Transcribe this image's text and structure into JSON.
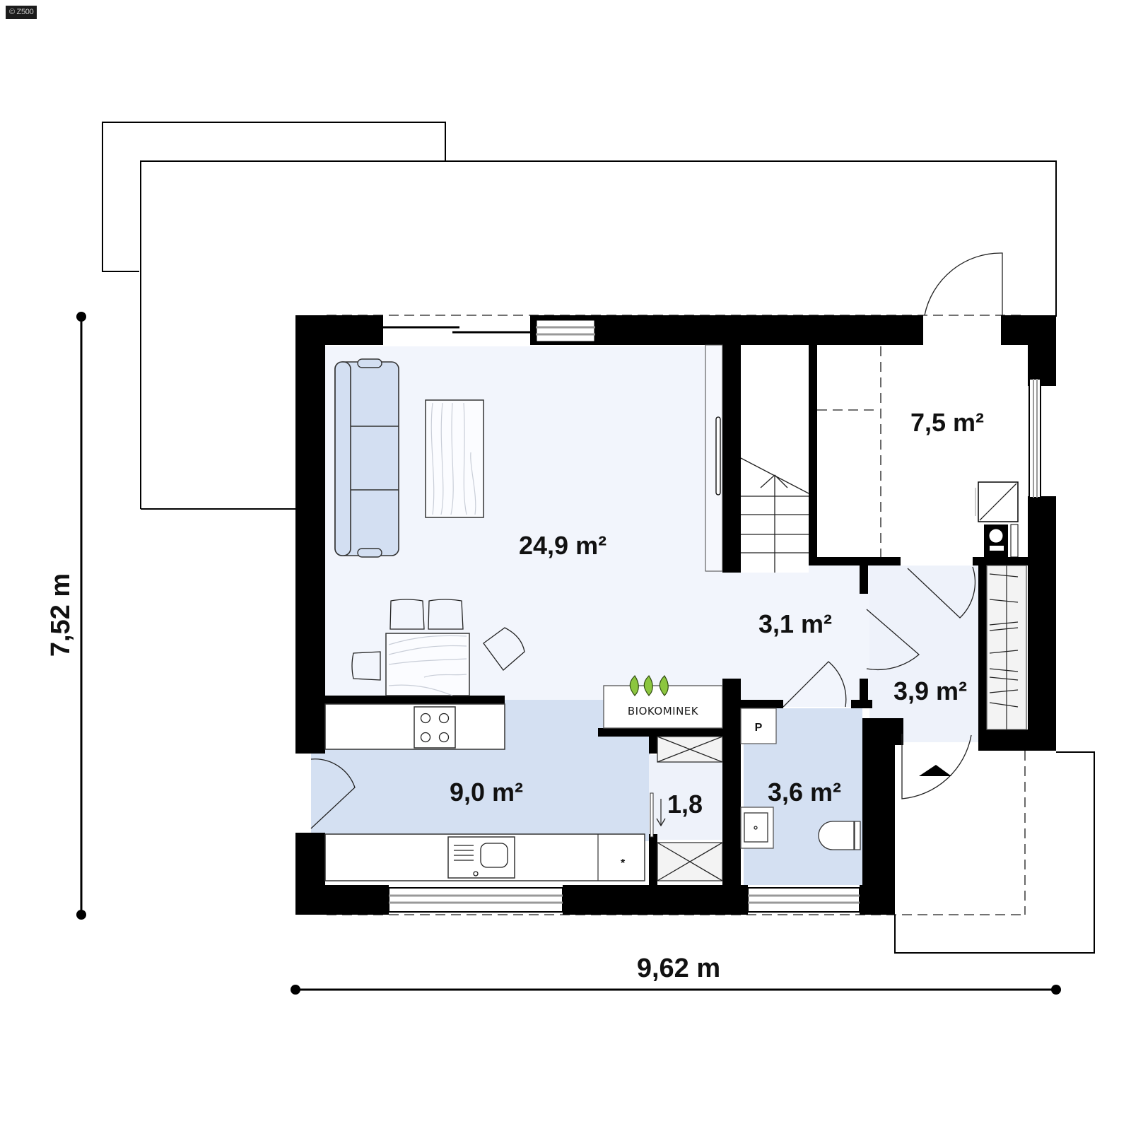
{
  "watermark": "© Z500",
  "dimensions": {
    "width_label": "9,62 m",
    "height_label": "7,52 m"
  },
  "rooms": [
    {
      "id": "living-dining",
      "area": "24,9 m²"
    },
    {
      "id": "garage-utility",
      "area": "7,5 m²"
    },
    {
      "id": "hall",
      "area": "3,1 m²"
    },
    {
      "id": "vestibule",
      "area": "3,9 m²"
    },
    {
      "id": "kitchen",
      "area": "9,0 m²"
    },
    {
      "id": "pantry",
      "area": "1,8"
    },
    {
      "id": "bathroom",
      "area": "3,6 m²"
    }
  ],
  "fixtures": {
    "fireplace_label": "BIOKOMINEK",
    "boiler_label": "P",
    "fridge_mark": "*"
  },
  "colors": {
    "living_fill": "#f2f5fc",
    "kitchen_fill": "#d4e0f2",
    "hall_fill": "#eef2fa",
    "sofa_fill": "#d3dff2",
    "leaf_green": "#8cc63f",
    "wall": "#000000"
  }
}
